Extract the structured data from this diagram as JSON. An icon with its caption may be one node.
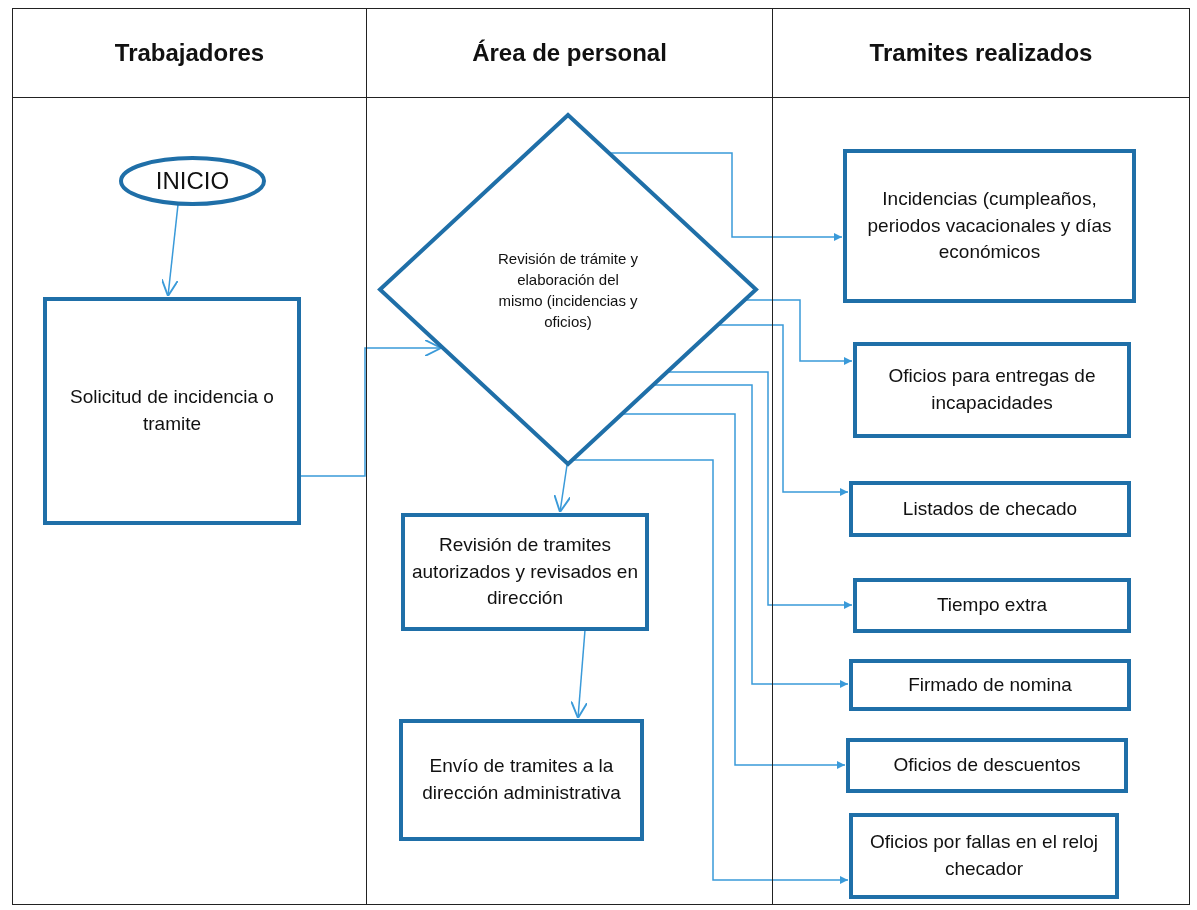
{
  "diagram": {
    "nodes": [
      {
        "text": [
          "Trabajadores"
        ]
      },
      {
        "text": [
          "Área de personal"
        ]
      },
      {
        "text": [
          "Tramites realizados"
        ]
      },
      {
        "text": [
          "INICIO"
        ],
        "in": 0
      },
      {
        "text": [
          "Solicitud de incidencia o tramite"
        ],
        "in": 0
      },
      {
        "text": [
          "Revisión de trámite y elaboración del mismo (incidencias y oficios)"
        ],
        "in": 1
      },
      {
        "text": [
          "Revisión de tramites autorizados y revisados en dirección"
        ],
        "in": 1
      },
      {
        "text": [
          "Envío de tramites a la dirección administrativa"
        ],
        "in": 1
      },
      {
        "text": [
          "Incidencias (cumpleaños, periodos vacacionales y días económicos"
        ],
        "in": 2
      },
      {
        "text": [
          "Oficios para entregas de incapacidades"
        ],
        "in": 2
      },
      {
        "text": [
          "Listados de checado"
        ],
        "in": 2
      },
      {
        "text": [
          "Tiempo extra"
        ],
        "in": 2
      },
      {
        "text": [
          "Firmado de nomina"
        ],
        "in": 2
      },
      {
        "text": [
          "Oficios de descuentos"
        ],
        "in": 2
      },
      {
        "text": [
          "Oficios por fallas en el reloj checador"
        ],
        "in": 2
      }
    ],
    "edges": [
      {
        "from": 3,
        "to": 4,
        "arrow": "to"
      },
      {
        "from": 4,
        "to": 5,
        "arrow": "to"
      },
      {
        "from": 5,
        "to": 6,
        "arrow": "to"
      },
      {
        "from": 6,
        "to": 7,
        "arrow": "to"
      },
      {
        "from": 5,
        "to": 8,
        "arrow": "to"
      },
      {
        "from": 5,
        "to": 9,
        "arrow": "to"
      },
      {
        "from": 5,
        "to": 10,
        "arrow": "to"
      },
      {
        "from": 5,
        "to": 11,
        "arrow": "to"
      },
      {
        "from": 5,
        "to": 12,
        "arrow": "to"
      },
      {
        "from": 5,
        "to": 13,
        "arrow": "to"
      },
      {
        "from": 5,
        "to": 14,
        "arrow": "to"
      }
    ]
  }
}
